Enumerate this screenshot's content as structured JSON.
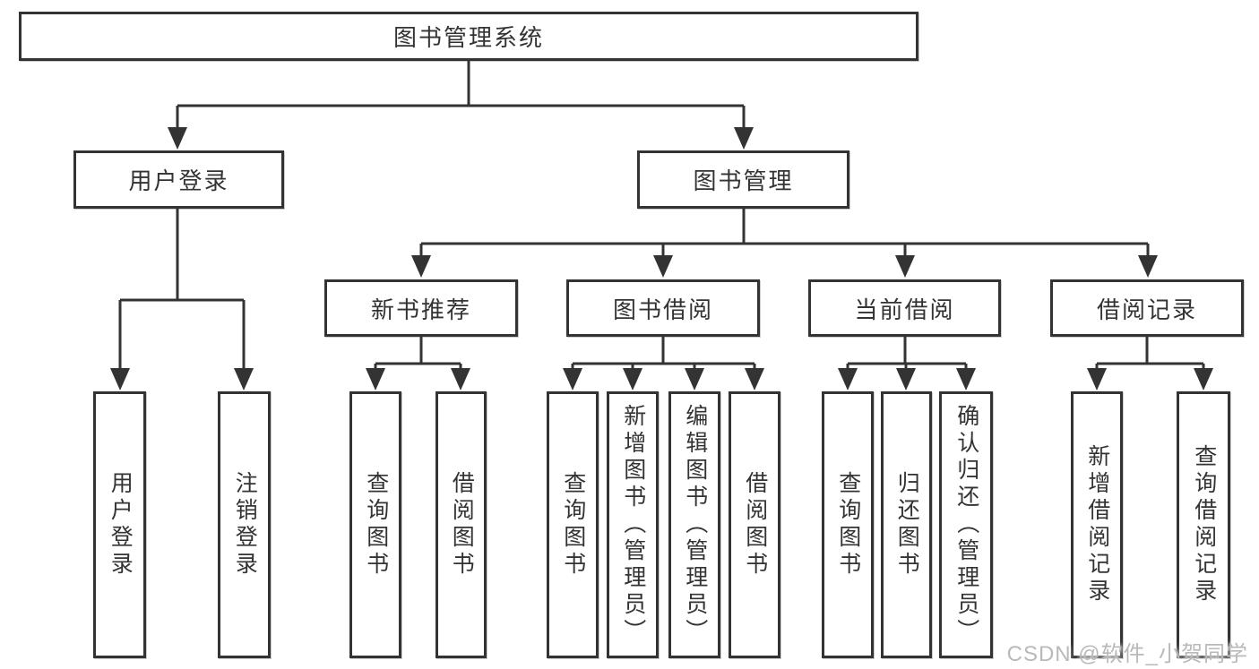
{
  "style": {
    "line_color": "#333333",
    "text_color": "#333333",
    "watermark_color": "#b9b9b9",
    "background": "#ffffff"
  },
  "diagram": {
    "root": {
      "label": "图书管理系统"
    },
    "level2": [
      {
        "label": "用户登录",
        "leaves": [
          {
            "label": "用户登录"
          },
          {
            "label": "注销登录"
          }
        ]
      },
      {
        "label": "图书管理",
        "children": [
          {
            "label": "新书推荐",
            "leaves": [
              {
                "label": "查询图书"
              },
              {
                "label": "借阅图书"
              }
            ]
          },
          {
            "label": "图书借阅",
            "leaves": [
              {
                "label": "查询图书"
              },
              {
                "label": "新增图书（管理员）"
              },
              {
                "label": "编辑图书（管理员）"
              },
              {
                "label": "借阅图书"
              }
            ]
          },
          {
            "label": "当前借阅",
            "leaves": [
              {
                "label": "查询图书"
              },
              {
                "label": "归还图书"
              },
              {
                "label": "确认归还（管理员）"
              }
            ]
          },
          {
            "label": "借阅记录",
            "leaves": [
              {
                "label": "新增借阅记录"
              },
              {
                "label": "查询借阅记录"
              }
            ]
          }
        ]
      }
    ]
  },
  "watermark": {
    "text": "CSDN @软件_小贺同学"
  }
}
